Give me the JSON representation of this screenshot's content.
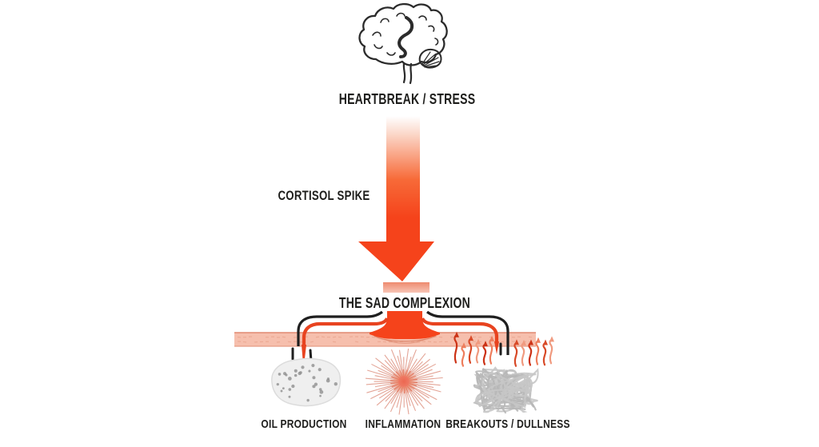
{
  "diagram": {
    "source_label": "HEARTBREAK / STRESS",
    "process_label": "CORTISOL SPIKE",
    "result_label": "THE SAD COMPLEXION",
    "outcomes": [
      {
        "label": "OIL PRODUCTION",
        "icon": "oil-gland-icon"
      },
      {
        "label": "INFLAMMATION",
        "icon": "inflammation-starburst-icon"
      },
      {
        "label": "BREAKOUTS / DULLNESS",
        "icon": "breakouts-scribble-icon"
      }
    ],
    "icons": {
      "top": "brain-icon",
      "flow": "down-arrow-icon",
      "surface": "skin-layer"
    },
    "colors": {
      "arrow_red": "#f5431b",
      "line_red": "#e8431f",
      "skin_pink": "#f6bfad",
      "skin_edge": "#e08a72",
      "line_black": "#1f1f1f",
      "scribble_gray": "#c6c6c6",
      "ray_salmon": "#e2a091",
      "text_black": "#1d1d1b",
      "background": "#ffffff"
    }
  }
}
